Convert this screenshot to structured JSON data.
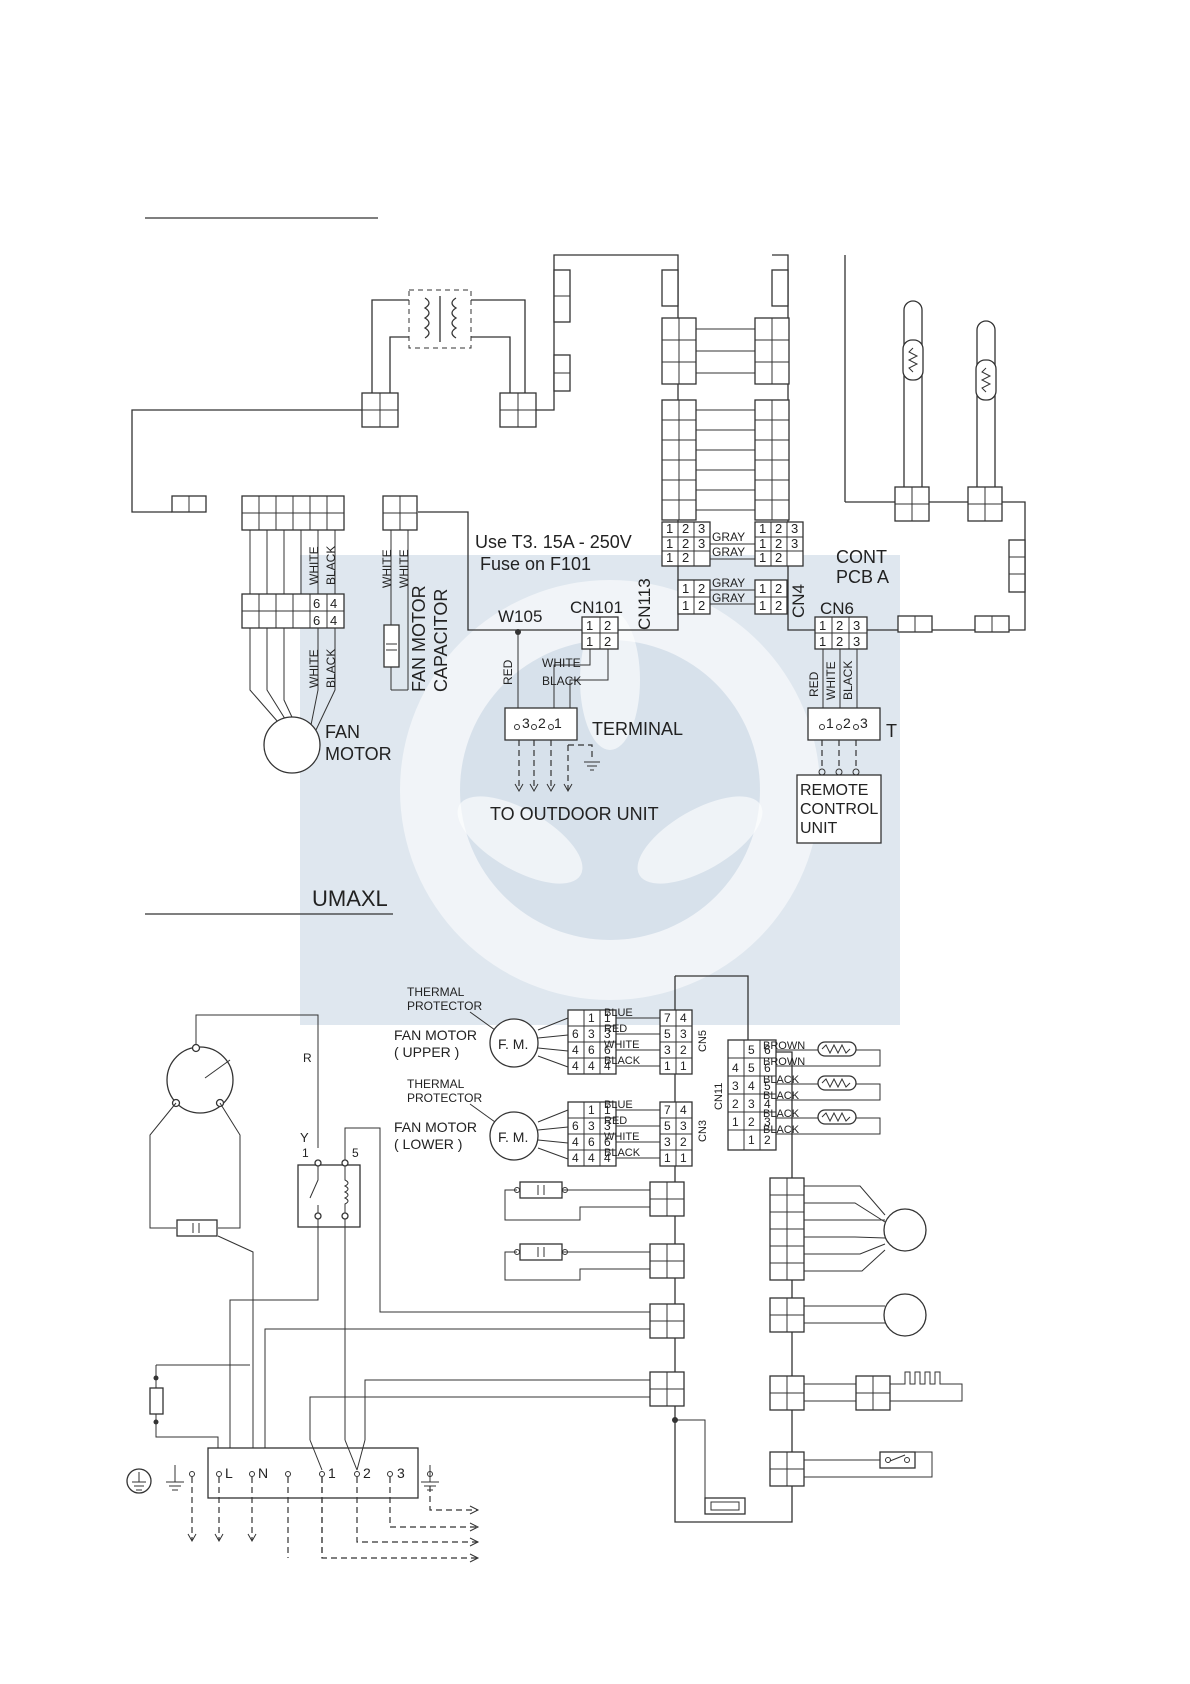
{
  "top_diagram": {
    "fuse_note_line1": "Use  T3. 15A - 250V",
    "fuse_note_line2": "Fuse  on  F101",
    "pcb_label_line1": "CONT",
    "pcb_label_line2": "PCB A",
    "connectors": {
      "cn101": "CN101",
      "cn113": "CN113",
      "cn4": "CN4",
      "cn6": "CN6",
      "w105": "W105"
    },
    "wires": {
      "gray": "GRAY",
      "white": "WHITE",
      "black": "BLACK",
      "red": "RED"
    },
    "fan_motor_line1": "FAN",
    "fan_motor_line2": "MOTOR",
    "fan_capacitor_line1": "FAN MOTOR",
    "fan_capacitor_line2": "CAPACITOR",
    "terminal_label": "TERMINAL",
    "terminal_t": "T",
    "to_outdoor": "TO  OUTDOOR  UNIT",
    "remote_line1": "REMOTE",
    "remote_line2": "CONTROL",
    "remote_line3": "UNIT"
  },
  "bottom_diagram": {
    "title": "UMAXL",
    "thermal_protector_line1": "THERMAL",
    "thermal_protector_line2": "PROTECTOR",
    "fan_motor_upper_line1": "FAN MOTOR",
    "fan_motor_upper_line2": "( UPPER )",
    "fan_motor_lower_line1": "FAN MOTOR",
    "fan_motor_lower_line2": "( LOWER )",
    "fm": "F. M.",
    "cn5": "CN5",
    "cn3": "CN3",
    "cn11": "CN11",
    "wires": {
      "blue": "BLUE",
      "red": "RED",
      "white": "WHITE",
      "black": "BLACK",
      "brown": "BROWN"
    },
    "relay_r": "R",
    "relay_y": "Y",
    "relay_1": "1",
    "relay_5": "5",
    "terminal_l": "L",
    "terminal_n": "N",
    "terminal_1": "1",
    "terminal_2": "2",
    "terminal_3": "3"
  },
  "colors": {
    "line": "#333333",
    "watermark": "#b9c9dc"
  }
}
